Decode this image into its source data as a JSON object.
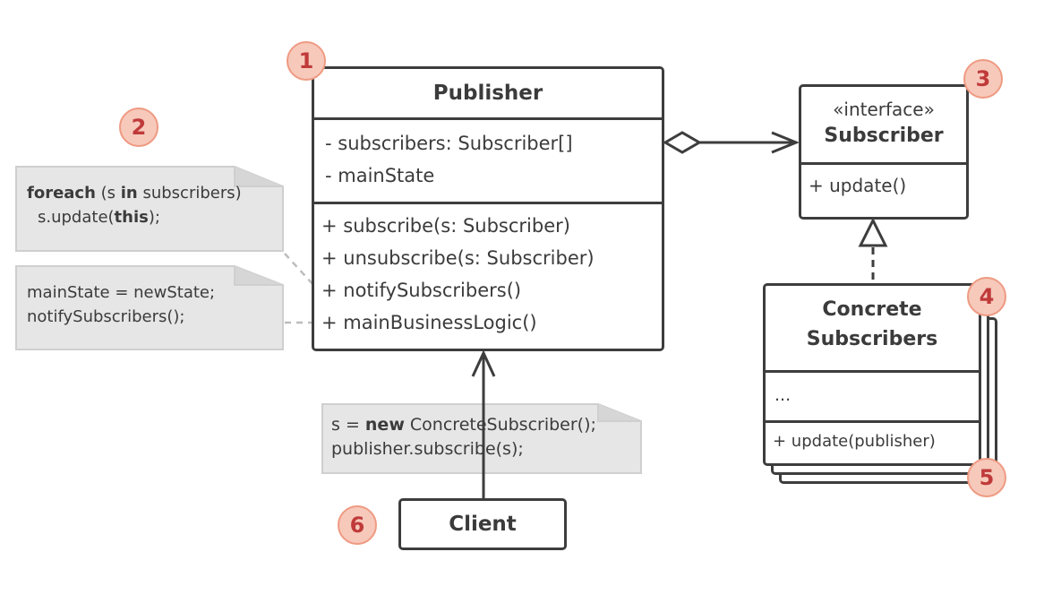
{
  "publisher": {
    "name": "Publisher",
    "fields": [
      "- subscribers: Subscriber[]",
      "- mainState"
    ],
    "methods": [
      "+ subscribe(s: Subscriber)",
      "+ unsubscribe(s: Subscriber)",
      "+ notifySubscribers()",
      "+ mainBusinessLogic()"
    ]
  },
  "subscriber": {
    "stereotype": "«interface»",
    "name": "Subscriber",
    "methods": [
      "+ update()"
    ]
  },
  "concrete": {
    "name_line1": "Concrete",
    "name_line2": "Subscribers",
    "fields": [
      "..."
    ],
    "methods": [
      "+ update(publisher)"
    ]
  },
  "client": {
    "name": "Client"
  },
  "notes": {
    "foreach": {
      "kw1": "foreach",
      "t1": " (s ",
      "kw2": "in",
      "t2": " subscribers)",
      "t3": "s.update(",
      "kw3": "this",
      "t4": ");"
    },
    "state": {
      "line1": "mainState = newState;",
      "line2": "notifySubscribers();"
    },
    "client": {
      "t1": "s = ",
      "kw": "new",
      "t2": " ConcreteSubscriber();",
      "line2": "publisher.subscribe(s);"
    }
  },
  "badges": [
    "1",
    "2",
    "3",
    "4",
    "5",
    "6"
  ],
  "colors": {
    "stroke": "#3d3d3d",
    "note_fill": "#e6e6e6",
    "badge_fill": "#f6c9bb",
    "badge_border": "#ef9a82",
    "badge_text": "#c03a3a"
  }
}
